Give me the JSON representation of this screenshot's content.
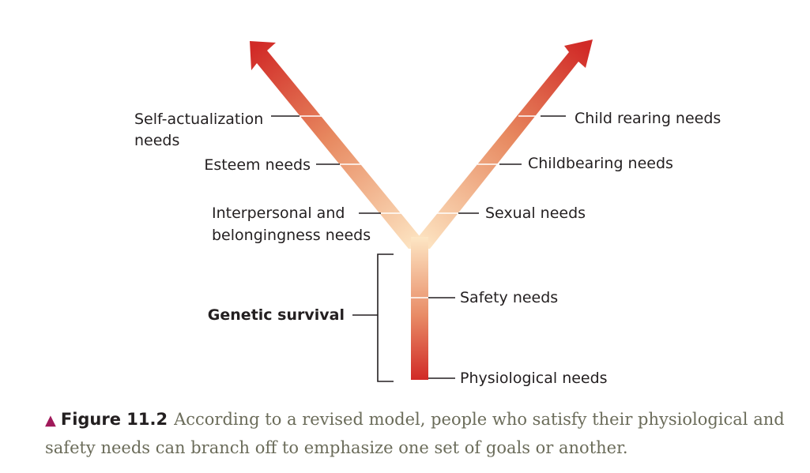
{
  "labels": {
    "self_actualization_line1": "Self-actualization",
    "self_actualization_line2": "needs",
    "esteem": "Esteem needs",
    "interpersonal_line1": "Interpersonal and",
    "interpersonal_line2": "belongingness needs",
    "child_rearing": "Child rearing needs",
    "childbearing": "Childbearing needs",
    "sexual": "Sexual needs",
    "safety": "Safety needs",
    "physiological": "Physiological needs",
    "genetic_survival": "Genetic survival"
  },
  "caption": {
    "marker": "▲",
    "figure_label": "Figure 11.2",
    "text": "According to a revised model, people who satisfy their physiological and safety needs can branch off to emphasize one set of goals or another."
  },
  "colors": {
    "arrow_dark": "#d12a27",
    "arrow_light": "#fde6c4",
    "caption_text": "#6b6c5a",
    "marker": "#a0195a"
  }
}
